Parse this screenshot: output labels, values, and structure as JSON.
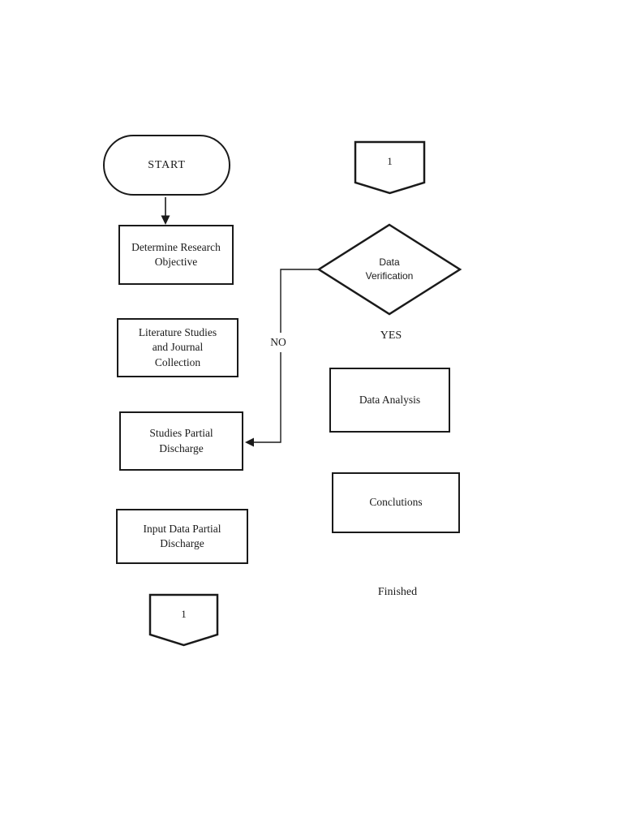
{
  "page": {
    "background": "#ffffff",
    "ink": "#1a1a1a"
  },
  "flowchart": {
    "start": {
      "shape": "terminator",
      "label": "START"
    },
    "connector_top": {
      "shape": "off-page-connector",
      "label": "1"
    },
    "determine_objective": {
      "shape": "process",
      "lines": [
        "Determine Research",
        "Objective"
      ]
    },
    "data_verification": {
      "shape": "decision",
      "lines": [
        "Data",
        "Verification"
      ]
    },
    "no_label": "NO",
    "yes_label": "YES",
    "literature_studies": {
      "shape": "process",
      "lines": [
        "Literature Studies",
        "and Journal",
        "Collection"
      ]
    },
    "data_analysis": {
      "shape": "process",
      "label": "Data Analysis"
    },
    "studies_partial_discharge": {
      "shape": "process",
      "lines": [
        "Studies Partial",
        "Discharge"
      ]
    },
    "conclutions": {
      "shape": "process",
      "label": "Conclutions"
    },
    "input_data_partial_discharge": {
      "shape": "process",
      "lines": [
        "Input Data Partial",
        "Discharge"
      ]
    },
    "connector_bottom": {
      "shape": "off-page-connector",
      "label": "1"
    },
    "finished_label": "Finished"
  }
}
